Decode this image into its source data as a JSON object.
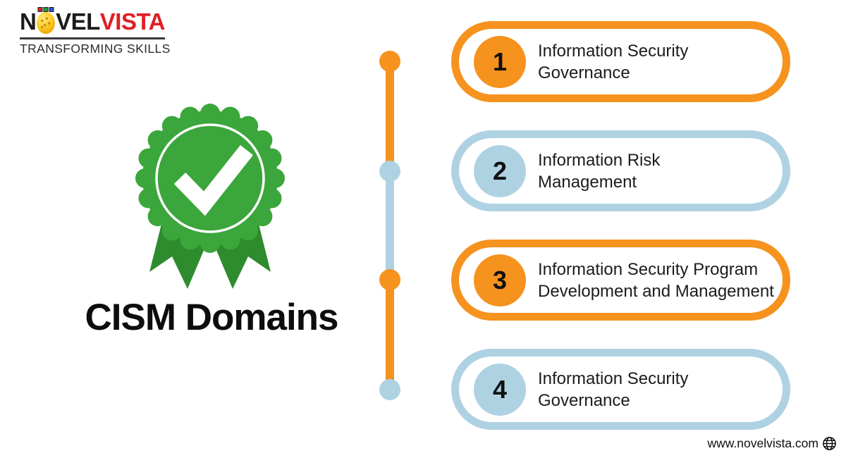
{
  "logo": {
    "name_part_n": "N",
    "name_part_vel": "VEL",
    "name_part_vista": "VISTA",
    "tagline": "TRANSFORMING SKILLS"
  },
  "title": "CISM Domains",
  "icons": {
    "badge": "check-rosette-badge-icon",
    "globe": "globe-icon",
    "logo_ball": "logo-ball-icon"
  },
  "domains": [
    {
      "number": "1",
      "line1": "Information Security",
      "line2": "Governance",
      "accent": "orange"
    },
    {
      "number": "2",
      "line1": "Information Risk",
      "line2": "Management",
      "accent": "blue"
    },
    {
      "number": "3",
      "line1": "Information Security Program",
      "line2": "Development and Management",
      "accent": "orange"
    },
    {
      "number": "4",
      "line1": "Information Security",
      "line2": "Governance",
      "accent": "blue"
    }
  ],
  "footer": {
    "website": "www.novelvista.com"
  },
  "colors": {
    "orange": "#F6921E",
    "light_blue": "#AFD2E3",
    "green": "#3BA63B",
    "ribbon_green": "#2E8B2E",
    "logo_red": "#E01E25",
    "text_dark": "#1A1A1A"
  }
}
